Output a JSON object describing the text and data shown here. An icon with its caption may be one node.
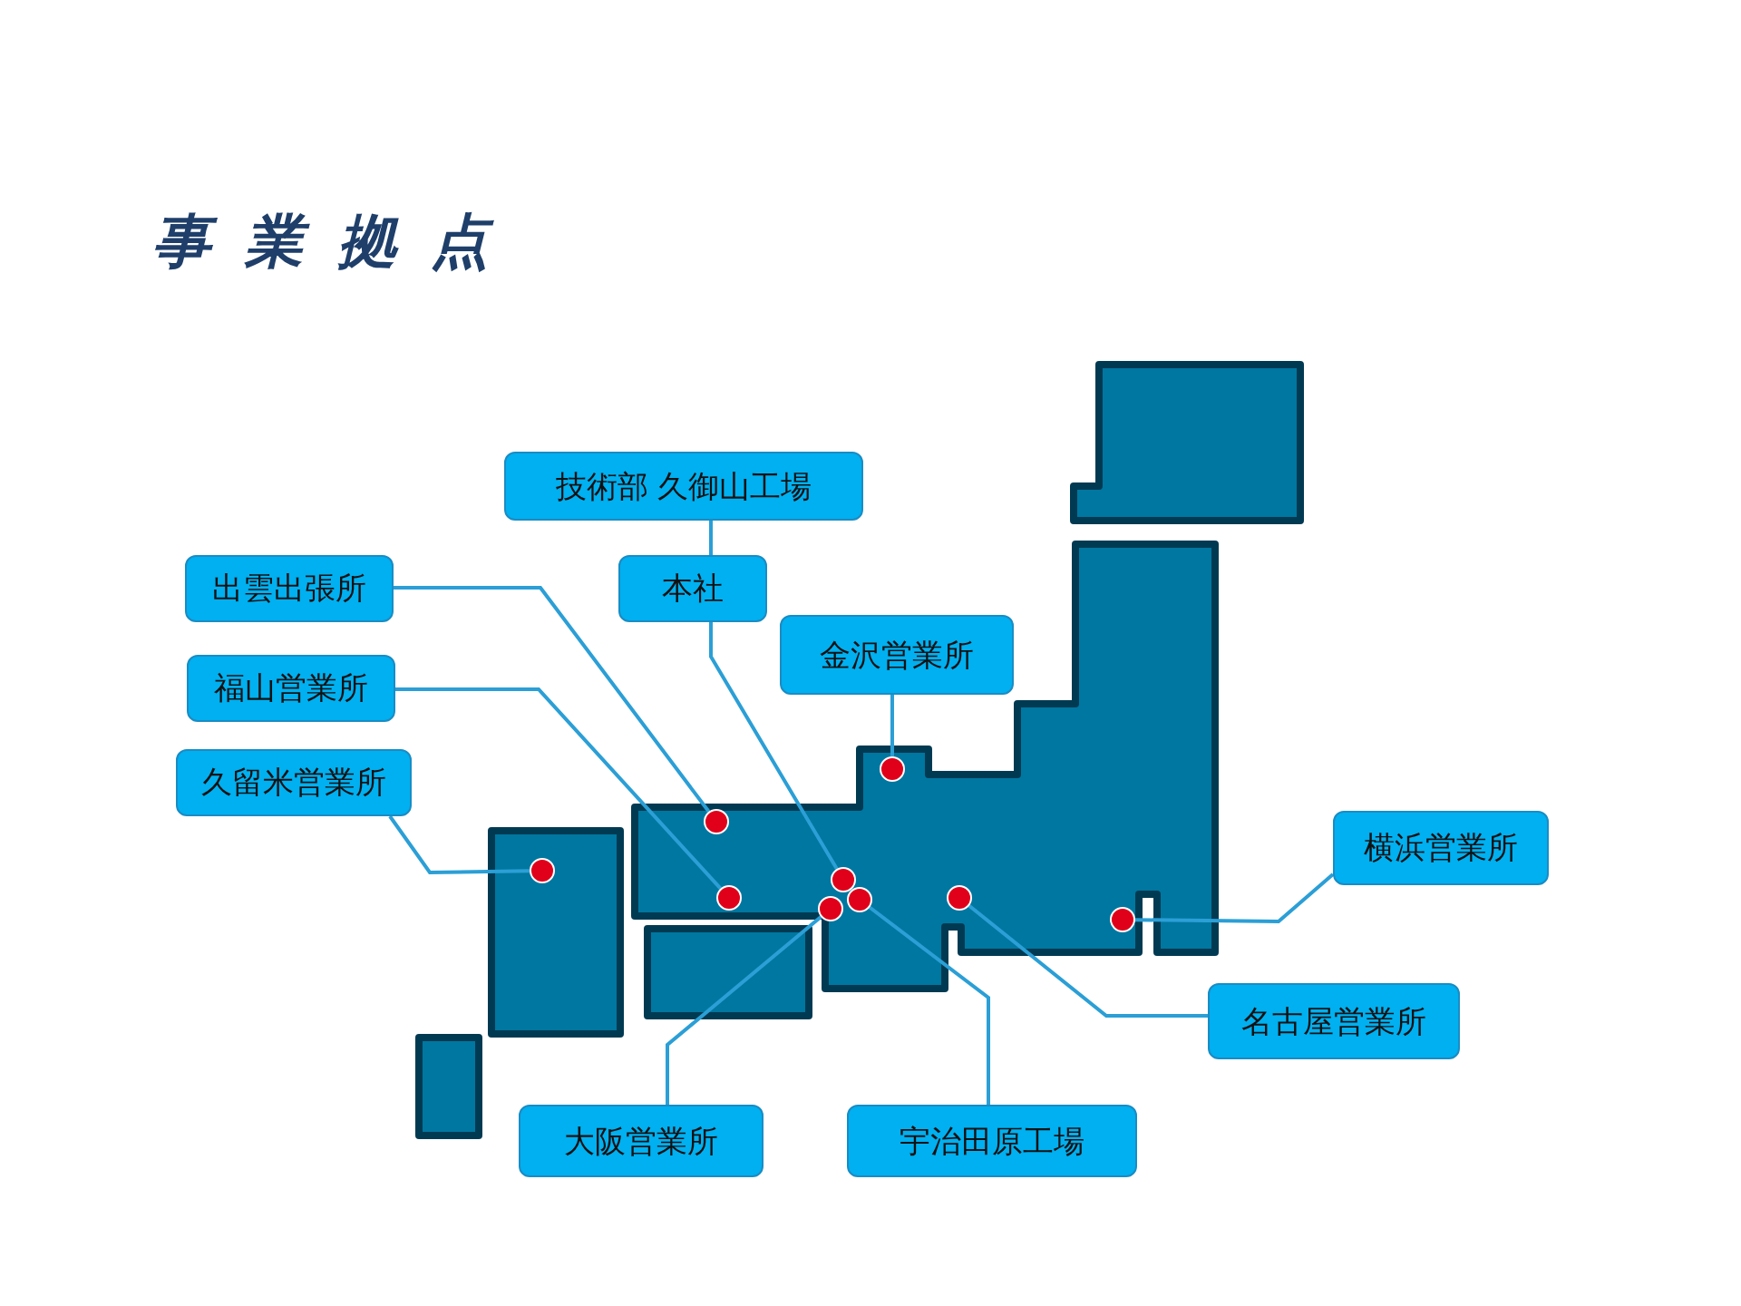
{
  "diagram": {
    "title": "事 業 拠 点",
    "nodes": [
      {
        "text": [
          "技術部 久御山工場"
        ]
      },
      {
        "text": [
          "出雲出張所"
        ]
      },
      {
        "text": [
          "本社"
        ]
      },
      {
        "text": [
          "金沢営業所"
        ]
      },
      {
        "text": [
          "福山営業所"
        ]
      },
      {
        "text": [
          "久留米営業所"
        ]
      },
      {
        "text": [
          "横浜営業所"
        ]
      },
      {
        "text": [
          "名古屋営業所"
        ]
      },
      {
        "text": [
          "大阪営業所"
        ]
      },
      {
        "text": [
          "宇治田原工場"
        ]
      },
      {
        "text": [],
        "shape": "circle"
      },
      {
        "text": [],
        "shape": "circle"
      },
      {
        "text": [],
        "shape": "circle"
      },
      {
        "text": [],
        "shape": "circle"
      },
      {
        "text": [],
        "shape": "circle"
      },
      {
        "text": [],
        "shape": "circle"
      },
      {
        "text": [],
        "shape": "circle"
      },
      {
        "text": [],
        "shape": "circle"
      },
      {
        "text": [],
        "shape": "circle"
      }
    ],
    "edges": [
      {
        "from": 0,
        "to": 2,
        "arrow": "none"
      },
      {
        "from": 2,
        "to": 14,
        "arrow": "none"
      },
      {
        "from": 1,
        "to": 11,
        "arrow": "none"
      },
      {
        "from": 4,
        "to": 12,
        "arrow": "none"
      },
      {
        "from": 5,
        "to": 10,
        "arrow": "none"
      },
      {
        "from": 3,
        "to": 16,
        "arrow": "none"
      },
      {
        "from": 8,
        "to": 13,
        "arrow": "none"
      },
      {
        "from": 9,
        "to": 15,
        "arrow": "none"
      },
      {
        "from": 7,
        "to": 17,
        "arrow": "none"
      },
      {
        "from": 6,
        "to": 18,
        "arrow": "none"
      }
    ]
  }
}
